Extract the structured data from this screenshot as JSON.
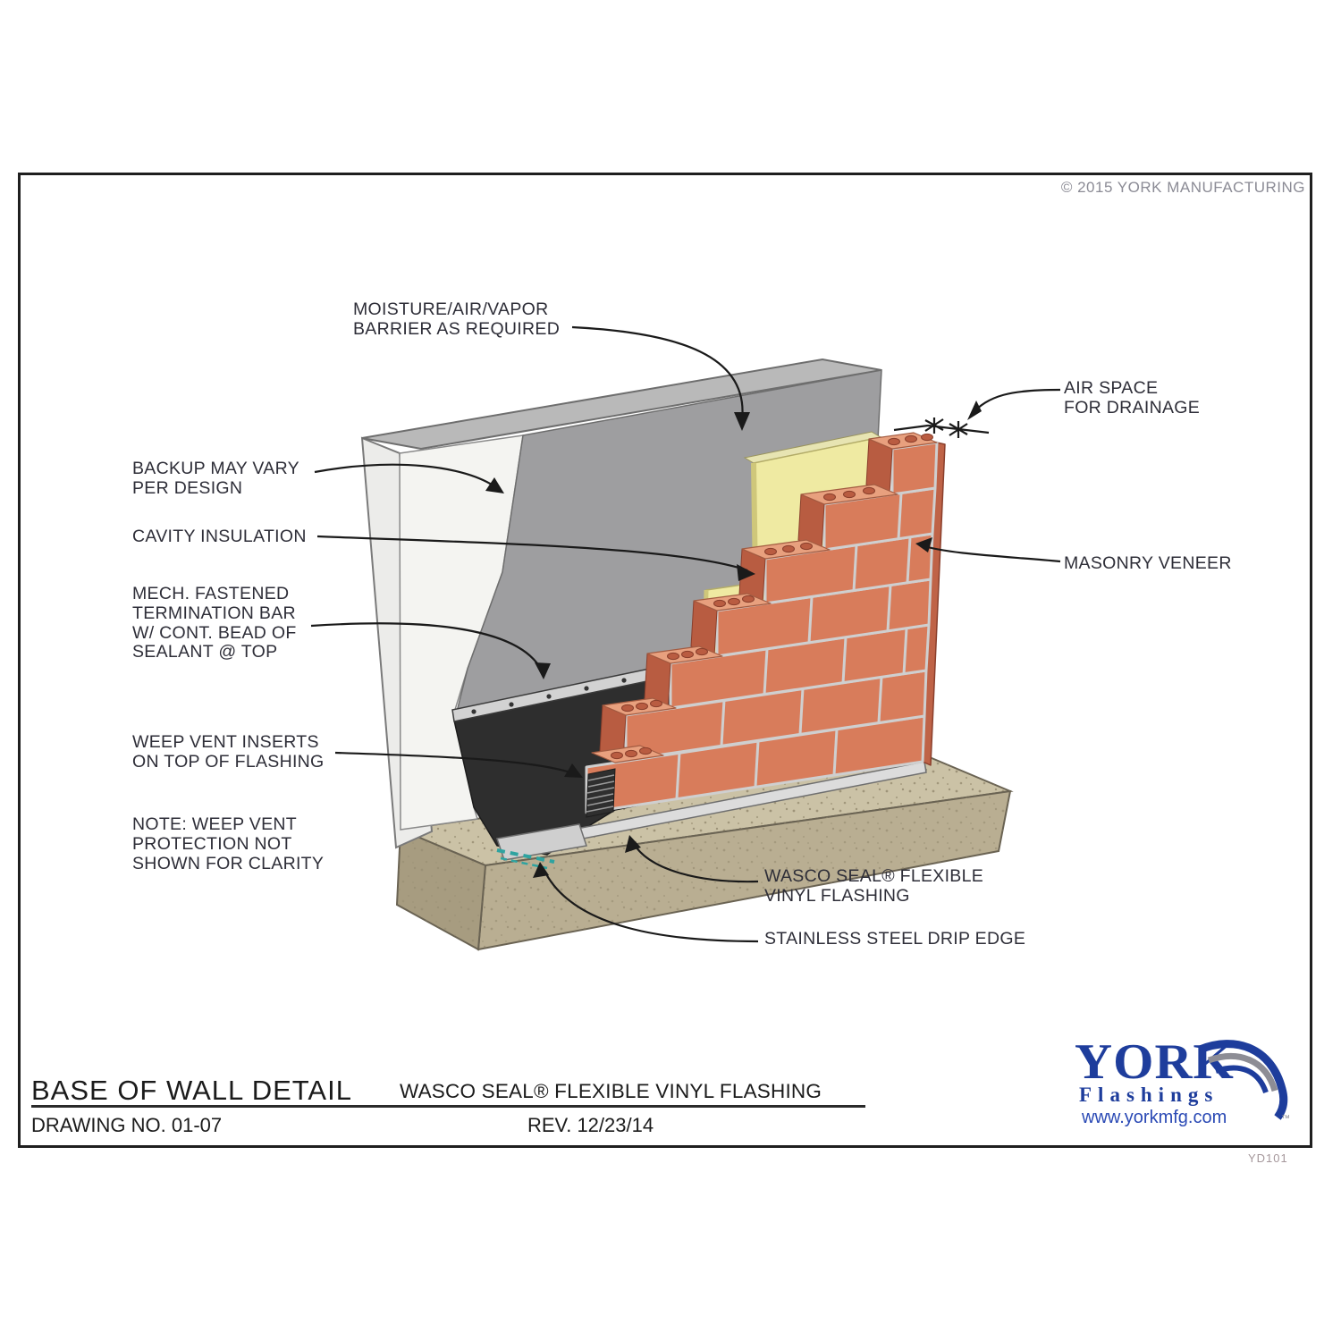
{
  "page": {
    "copyright": "© 2015 YORK MANUFACTURING",
    "sheet_code": "YD101"
  },
  "callouts": {
    "moisture_barrier": {
      "lines": [
        "MOISTURE/AIR/VAPOR",
        "BARRIER AS REQUIRED"
      ]
    },
    "air_space": {
      "lines": [
        "AIR SPACE",
        "FOR DRAINAGE"
      ]
    },
    "backup": {
      "lines": [
        "BACKUP MAY VARY",
        "PER DESIGN"
      ]
    },
    "cavity_insulation": {
      "lines": [
        "CAVITY INSULATION"
      ]
    },
    "termination_bar": {
      "lines": [
        "MECH. FASTENED",
        "TERMINATION BAR",
        "W/ CONT. BEAD OF",
        "SEALANT @ TOP"
      ]
    },
    "weep_vent": {
      "lines": [
        "WEEP VENT INSERTS",
        "ON TOP OF FLASHING"
      ]
    },
    "note": {
      "lines": [
        "NOTE: WEEP VENT",
        "PROTECTION NOT",
        "SHOWN FOR CLARITY"
      ]
    },
    "masonry_veneer": {
      "lines": [
        "MASONRY VENEER"
      ]
    },
    "wasco_seal": {
      "lines": [
        "WASCO SEAL® FLEXIBLE",
        "VINYL FLASHING"
      ]
    },
    "drip_edge": {
      "lines": [
        "STAINLESS STEEL DRIP EDGE"
      ]
    }
  },
  "title_block": {
    "title": "BASE OF WALL DETAIL",
    "subtitle": "WASCO SEAL® FLEXIBLE VINYL FLASHING",
    "drawing_no": "DRAWING NO. 01-07",
    "revision": "REV. 12/23/14"
  },
  "logo": {
    "name": "YORK",
    "tagline": "Flashings",
    "url": "www.yorkmfg.com"
  },
  "colors": {
    "brand_blue": "#1e3d9c",
    "brick": "#d87c5b",
    "insulation_yellow": "#efeaa2",
    "barrier_gray": "#9e9ea0",
    "concrete_tan": "#cbc2a6",
    "flashing_black": "#2e2e2e",
    "leader_line": "#1a1a1a"
  }
}
